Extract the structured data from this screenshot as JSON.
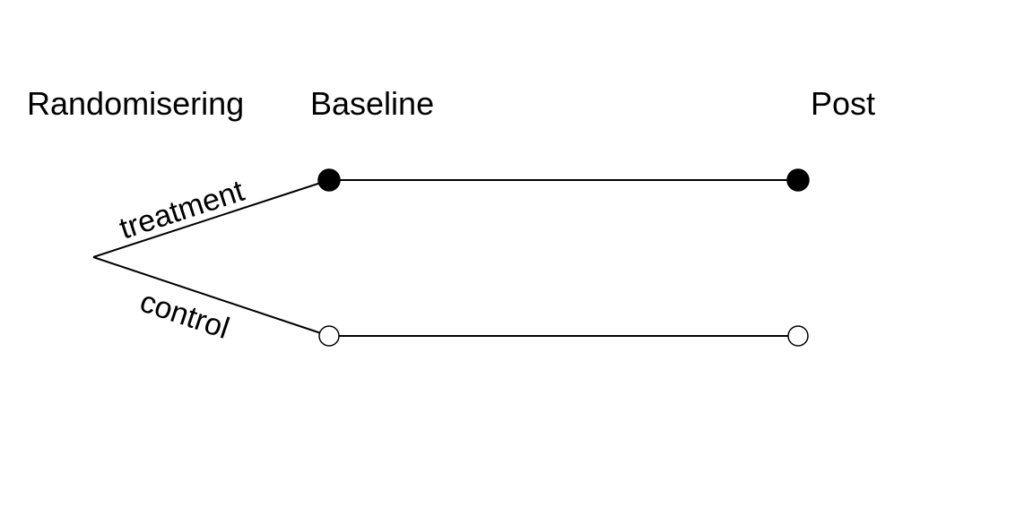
{
  "headers": {
    "randomisation": "Randomisering",
    "baseline": "Baseline",
    "post": "Post"
  },
  "branches": {
    "treatment": {
      "label": "treatment",
      "marker": "filled-circle",
      "color": "#000000"
    },
    "control": {
      "label": "control",
      "marker": "open-circle",
      "color": "#ffffff"
    }
  }
}
